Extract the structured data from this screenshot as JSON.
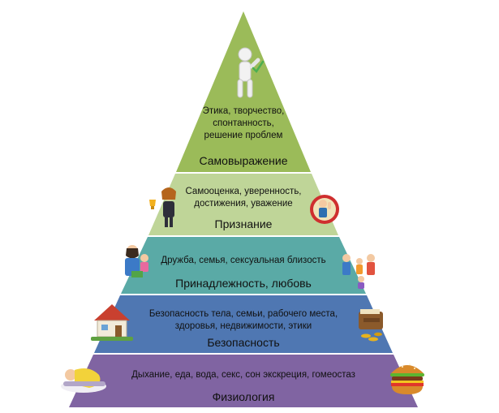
{
  "colors": {
    "tier1": "#9bbb59",
    "tier2": "#bfd598",
    "tier3": "#5aaaa6",
    "tier4": "#4f77b2",
    "tier5": "#8064a2",
    "divider": "#ffffff"
  },
  "tiers": [
    {
      "title": "Самовыражение",
      "desc_lines": [
        "Этика, творчество,",
        "спонтанность,",
        "решение проблем"
      ],
      "icons": [
        "white-figure-checkmark-icon"
      ]
    },
    {
      "title": "Признание",
      "desc_lines": [
        "Самооценка, уверенность,",
        "достижения, уважение"
      ],
      "icons": [
        "businesswoman-trophy-icon",
        "thumbs-up-badge-icon"
      ]
    },
    {
      "title": "Принадлежность, любовь",
      "desc_lines": [
        "Дружба, семья, сексуальная близость"
      ],
      "icons": [
        "father-child-icon",
        "happy-family-icon"
      ]
    },
    {
      "title": "Безопасность",
      "desc_lines": [
        "Безопасность тела, семьи, рабочего места,",
        "здоровья, недвижимости, этики"
      ],
      "icons": [
        "house-icon",
        "wallet-coins-icon"
      ]
    },
    {
      "title": "Физиология",
      "desc_lines": [
        "Дыхание, еда, вода, секс, сон экскреция, гомеостаз"
      ],
      "icons": [
        "sleeping-person-icon",
        "burger-icon"
      ]
    }
  ]
}
